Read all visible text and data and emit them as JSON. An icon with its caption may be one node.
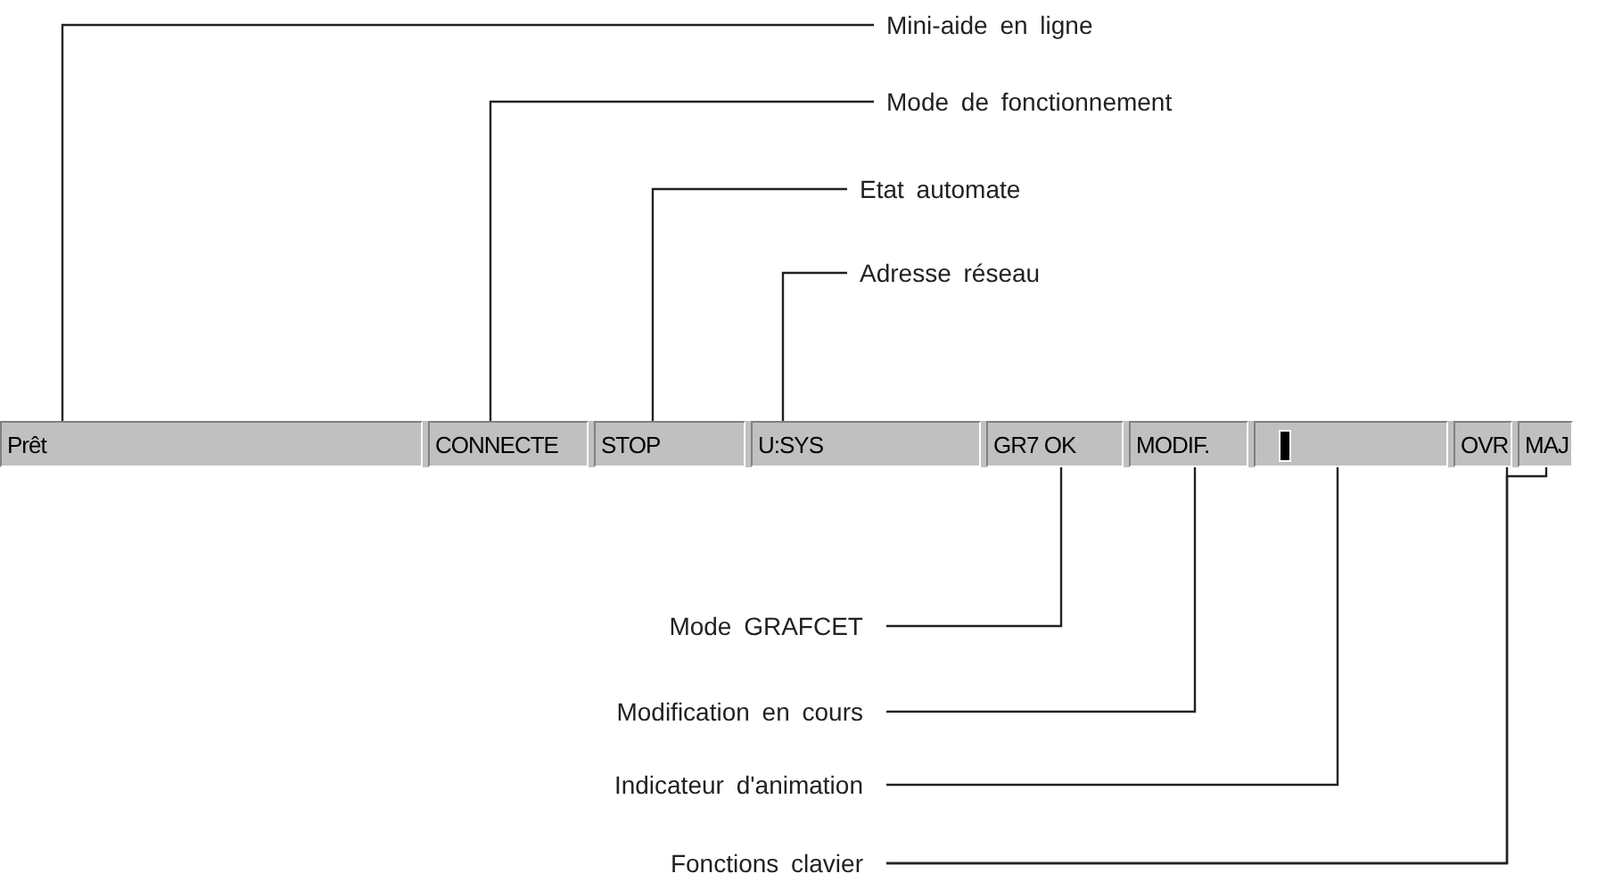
{
  "diagram": {
    "nodes": [
      {
        "text": [
          "Mini-aide en ligne"
        ]
      },
      {
        "text": [
          "Mode de fonctionnement"
        ]
      },
      {
        "text": [
          "Etat automate"
        ]
      },
      {
        "text": [
          "Adresse réseau"
        ]
      },
      {
        "text": [
          "Prêt"
        ]
      },
      {
        "text": [
          "CONNECTE"
        ]
      },
      {
        "text": [
          "STOP"
        ]
      },
      {
        "text": [
          "U:SYS"
        ]
      },
      {
        "text": [
          "GR7 OK"
        ]
      },
      {
        "text": [
          "MODIF."
        ]
      },
      {
        "text": [],
        "shape": "box"
      },
      {
        "text": [
          "OVR"
        ]
      },
      {
        "text": [
          "MAJ"
        ]
      },
      {
        "text": [
          "Mode GRAFCET"
        ]
      },
      {
        "text": [
          "Modification en cours"
        ]
      },
      {
        "text": [
          "Indicateur d'animation"
        ]
      },
      {
        "text": [
          "Fonctions clavier"
        ]
      }
    ],
    "edges": [
      {
        "from": 0,
        "to": 4,
        "arrow": "none"
      },
      {
        "from": 1,
        "to": 5,
        "arrow": "none"
      },
      {
        "from": 2,
        "to": 6,
        "arrow": "none"
      },
      {
        "from": 3,
        "to": 7,
        "arrow": "none"
      },
      {
        "from": 13,
        "to": 8,
        "arrow": "none"
      },
      {
        "from": 14,
        "to": 9,
        "arrow": "none"
      },
      {
        "from": 15,
        "to": 10,
        "arrow": "none"
      },
      {
        "from": 16,
        "to": 11,
        "arrow": "none"
      },
      {
        "from": 16,
        "to": 12,
        "arrow": "none"
      }
    ]
  }
}
